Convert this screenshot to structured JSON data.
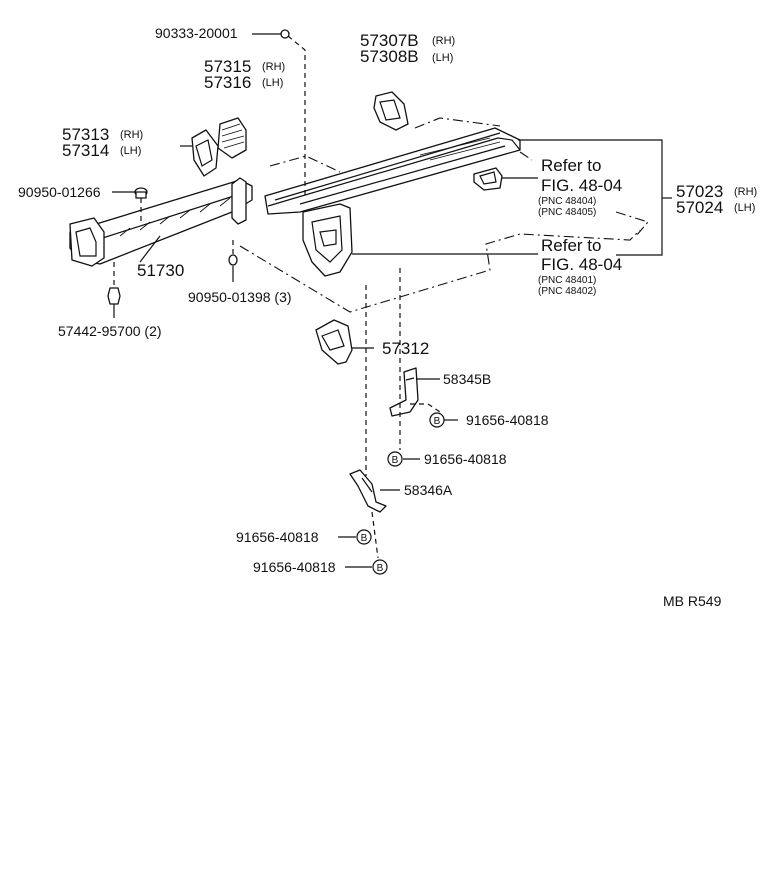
{
  "labels": {
    "p_90333": "90333-20001",
    "p_57307B": "57307B",
    "p_57307B_side": "(RH)",
    "p_57308B": "57308B",
    "p_57308B_side": "(LH)",
    "p_57315": "57315",
    "p_57315_side": "(RH)",
    "p_57316": "57316",
    "p_57316_side": "(LH)",
    "p_57313": "57313",
    "p_57313_side": "(RH)",
    "p_57314": "57314",
    "p_57314_side": "(LH)",
    "p_90950_01266": "90950-01266",
    "p_51730": "51730",
    "p_90950_01398": "90950-01398 (3)",
    "p_57442": "57442-95700 (2)",
    "refer1_a": "Refer to",
    "refer1_b": "FIG. 48-04",
    "refer1_c": "(PNC 48404)",
    "refer1_d": "(PNC 48405)",
    "refer2_a": "Refer to",
    "refer2_b": "FIG. 48-04",
    "refer2_c": "(PNC 48401)",
    "refer2_d": "(PNC 48402)",
    "p_57023": "57023",
    "p_57023_side": "(RH)",
    "p_57024": "57024",
    "p_57024_side": "(LH)",
    "p_57312": "57312",
    "p_58345B": "58345B",
    "p_91656_a": "91656-40818",
    "p_91656_b": "91656-40818",
    "p_58346A": "58346A",
    "p_91656_c": "91656-40818",
    "p_91656_d": "91656-40818",
    "bolt_mark": "B",
    "code": "MB  R549"
  }
}
